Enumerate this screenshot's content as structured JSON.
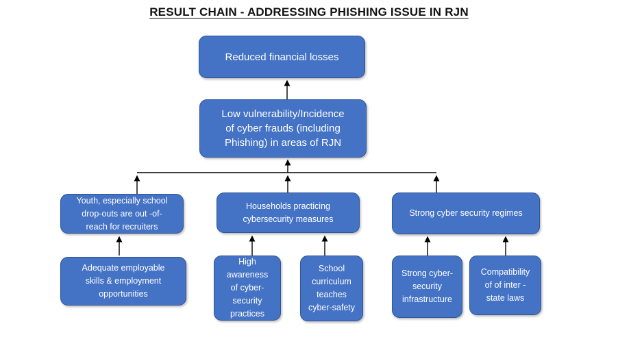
{
  "title": "RESULT CHAIN - ADDRESSING PHISHING ISSUE IN RJN",
  "colors": {
    "box_fill": "#4472C4",
    "box_border": "#2F5597",
    "connector": "#000000",
    "text": "#FFFFFF",
    "title_text": "#111111"
  },
  "nodes": {
    "impact": {
      "label": "Reduced financial losses"
    },
    "outcome": {
      "label": "Low vulnerability/Incidence\nof cyber frauds (including\nPhishing) in areas of RJN"
    },
    "intermediate": [
      {
        "label": "Youth, especially school\ndrop-outs are out -of-\nreach for recruiters"
      },
      {
        "label": "Households practicing\ncybersecurity measures"
      },
      {
        "label": "Strong cyber security regimes"
      }
    ],
    "outputs": [
      {
        "label": "Adequate employable\nskills & employment\nopportunities"
      },
      {
        "label": "High\nawareness\nof cyber-\nsecurity\npractices"
      },
      {
        "label": "School\ncurriculum\nteaches\ncyber-safety"
      },
      {
        "label": "Strong cyber-\nsecurity\ninfrastructure"
      },
      {
        "label": "Compatibility\nof of inter -\nstate laws"
      }
    ]
  }
}
